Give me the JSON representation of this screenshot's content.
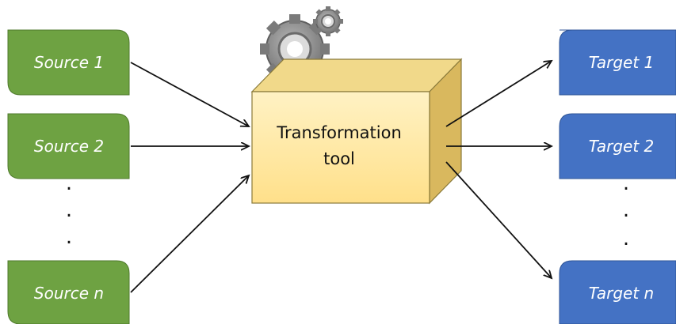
{
  "sources": [
    {
      "label": "Source 1"
    },
    {
      "label": "Source 2"
    },
    {
      "label": "Source n"
    }
  ],
  "targets": [
    {
      "label": "Target 1"
    },
    {
      "label": "Target 2"
    },
    {
      "label": "Target n"
    }
  ],
  "tool": {
    "line1": "Transformation",
    "line2": "tool"
  },
  "ellipsis": ".",
  "colors": {
    "source_fill": "#6ea242",
    "source_stroke": "#4f7a2c",
    "target_fill": "#4472c4",
    "target_stroke": "#2f5597",
    "tool_front": "#ffe699",
    "tool_top": "#f1d98a",
    "tool_side": "#d9b85e",
    "gear": "#8c8c8c",
    "arrow": "#111111"
  },
  "icons": [
    "gear-icon"
  ]
}
